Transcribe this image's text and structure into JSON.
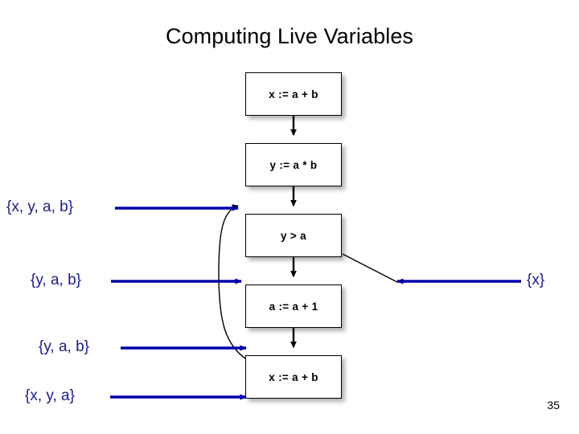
{
  "slide": {
    "title": "Computing Live Variables",
    "page_number": "35",
    "background_color": "#ffffff"
  },
  "colors": {
    "annotation_blue": "#1b1b8f",
    "edge_black": "#000000",
    "box_fill": "#ffffff",
    "box_border": "#000000"
  },
  "cfg": {
    "nodes": [
      {
        "id": "n1",
        "label": "x := a + b",
        "kind": "assignment"
      },
      {
        "id": "n2",
        "label": "y := a * b",
        "kind": "assignment"
      },
      {
        "id": "n3",
        "label": "y > a",
        "kind": "condition"
      },
      {
        "id": "n4",
        "label": "a := a + 1",
        "kind": "assignment"
      },
      {
        "id": "n5",
        "label": "x := a + b",
        "kind": "assignment"
      }
    ],
    "edges": [
      {
        "from": "n1",
        "to": "n2",
        "style": "straight-down"
      },
      {
        "from": "n2",
        "to": "n3",
        "style": "straight-down"
      },
      {
        "from": "n3",
        "to": "n4",
        "style": "straight-down"
      },
      {
        "from": "n4",
        "to": "n5",
        "style": "straight-down"
      },
      {
        "from": "n3",
        "to": "exit",
        "style": "diagonal-right"
      },
      {
        "from": "n5",
        "to": "n3",
        "style": "curved-back-edge"
      }
    ]
  },
  "annotations": {
    "left": [
      {
        "text": "{x, y, a, b}",
        "target": "n3-top"
      },
      {
        "text": "{y, a, b}",
        "target": "n4-top"
      },
      {
        "text": "{y, a, b}",
        "target": "n5-top"
      },
      {
        "text": "{x, y, a}",
        "target": "n5-bottom"
      }
    ],
    "right": [
      {
        "text": "{x}",
        "target": "exit-edge"
      }
    ]
  }
}
